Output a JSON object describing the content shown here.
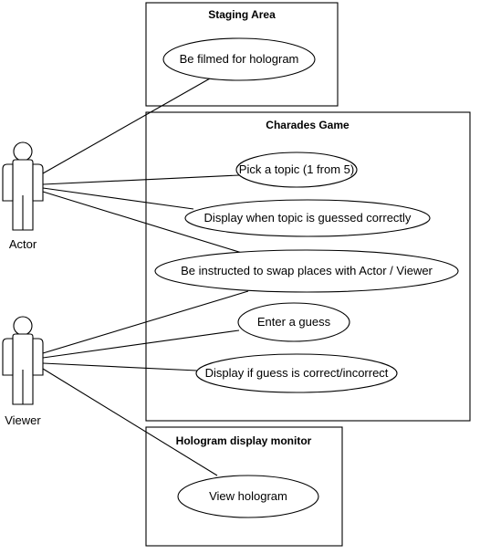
{
  "boundaries": {
    "staging": {
      "title": "Staging Area"
    },
    "charades": {
      "title": "Charades Game"
    },
    "monitor": {
      "title": "Hologram display monitor"
    }
  },
  "actors": {
    "actor": {
      "label": "Actor"
    },
    "viewer": {
      "label": "Viewer"
    }
  },
  "use_cases": {
    "filmed": "Be filmed for hologram",
    "pick_topic": "Pick a topic (1 from 5)",
    "display_guessed": "Display when topic is guessed correctly",
    "swap_places": "Be instructed to swap places with Actor / Viewer",
    "enter_guess": "Enter a guess",
    "display_correct": "Display if guess is correct/incorrect",
    "view_hologram": "View hologram"
  }
}
